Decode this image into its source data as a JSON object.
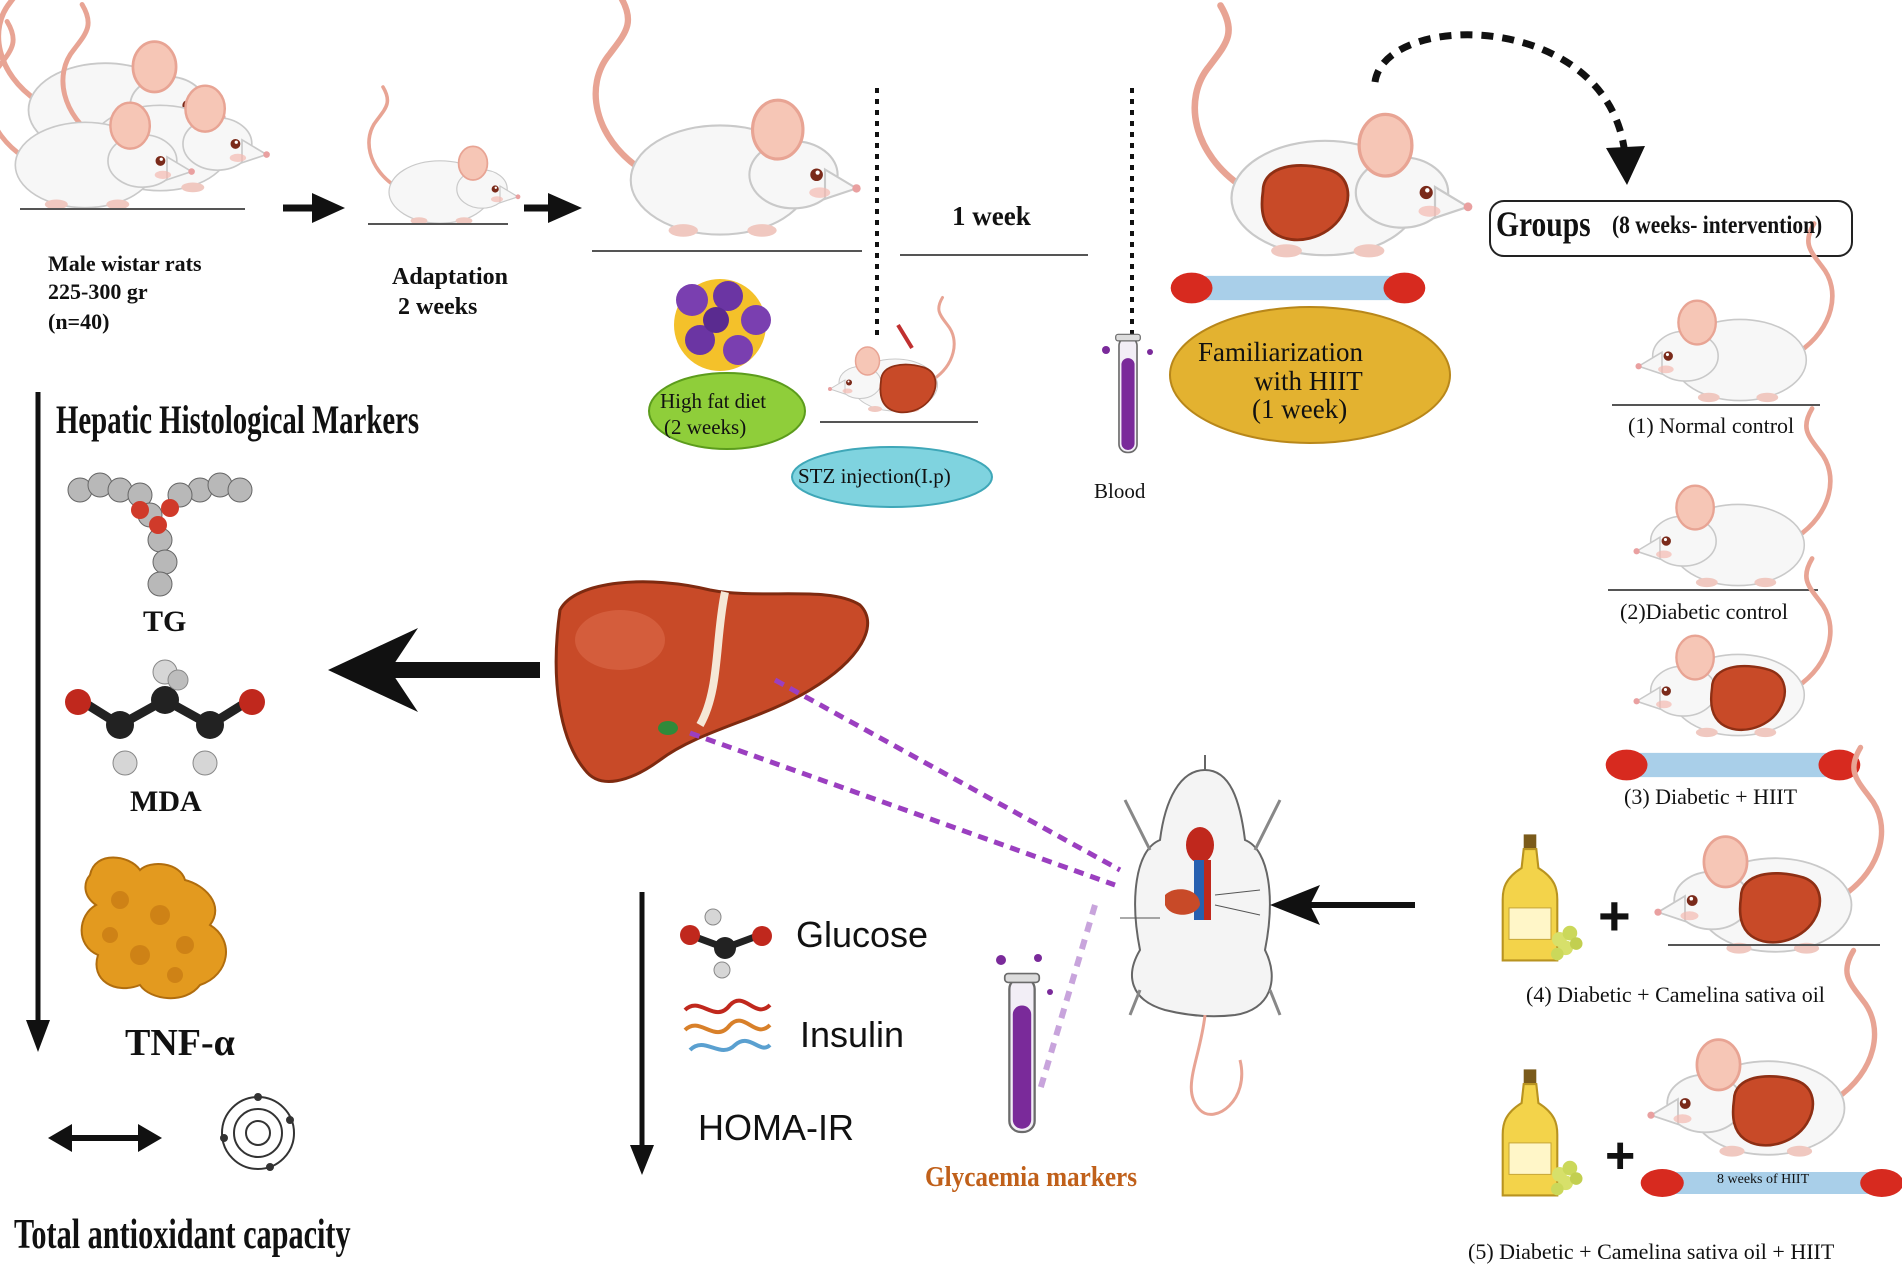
{
  "timeline": {
    "start_line1": "Male wistar rats",
    "start_line2": "225-300 gr",
    "start_line3": "(n=40)",
    "adapt_line1": "Adaptation",
    "adapt_line2": "2 weeks",
    "hfd_line1": "High fat diet",
    "hfd_line2": "(2 weeks)",
    "stz": "STZ injection(I.p)",
    "one_week": "1 week",
    "blood": "Blood",
    "fam_line1": "Familiarization",
    "fam_line2": "with HIIT",
    "fam_line3": "(1 week)"
  },
  "groups": {
    "title": "Groups",
    "subtitle": "(8 weeks- intervention)",
    "items": [
      "(1) Normal control",
      "(2)Diabetic  control",
      "(3) Diabetic + HIIT",
      "(4) Diabetic + Camelina sativa oil",
      "(5) Diabetic + Camelina sativa oil + HIIT"
    ],
    "treadmill5_label": "8 weeks of HIIT",
    "plus": "+"
  },
  "hepatic": {
    "title": "Hepatic Histological Markers",
    "markers": [
      "TG",
      "MDA",
      "TNF-α"
    ],
    "tac": "Total antioxidant capacity"
  },
  "glycaemia": {
    "items": [
      "Glucose",
      "Insulin",
      "HOMA-IR"
    ],
    "title": "Glycaemia markers",
    "title_color": "#c0601a"
  },
  "colors": {
    "rat_body": "#f7f7f7",
    "rat_ear": "#f6c6b6",
    "rat_tail": "#e8a494",
    "liver": "#c84a28",
    "hfd_ellipse": "#8fce3a",
    "stz_ellipse": "#7fd3df",
    "fam_ellipse": "#e3b230",
    "treadmill_belt": "#a9cfe9",
    "treadmill_roller": "#d72a1f",
    "tube_fluid": "#7a2a9a",
    "dashed_link": "#9b3fc0",
    "protein": "#e39a1f"
  }
}
